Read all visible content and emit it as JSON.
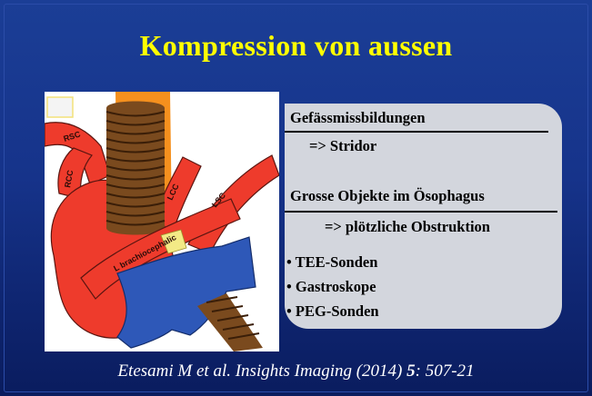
{
  "slide": {
    "title": "Kompression von aussen",
    "figure": {
      "labels": {
        "rsc": "RSC",
        "rcc": "RCC",
        "lcc": "LCC",
        "lsc": "LSC",
        "brachio": "L brachiocephalic"
      },
      "colors": {
        "vessel": "#ee3b2c",
        "trachea": "#f5901e",
        "esophagus": "#7a4a1e",
        "lung": "#2e58b8"
      }
    },
    "panel": {
      "heading1": "Gefässmissbildungen",
      "result1": "=> Stridor",
      "heading2": "Grosse Objekte im Ösophagus",
      "result2": "=> plötzliche Obstruktion",
      "items": [
        "• TEE-Sonden",
        "• Gastroskope",
        "• PEG-Sonden"
      ]
    },
    "citation": {
      "text": "Etesami M et al. Insights Imaging (2014) ",
      "volume": "5",
      "pages": ": 507-21"
    },
    "colors": {
      "title": "#ffff00",
      "background": "#16338a",
      "panel": "#d3d6dd"
    }
  }
}
